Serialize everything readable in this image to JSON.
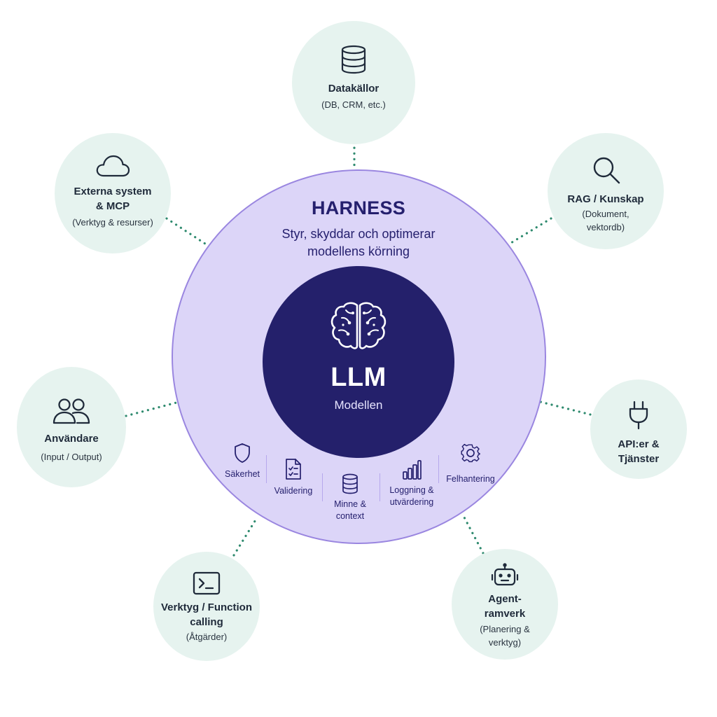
{
  "harness": {
    "title": "HARNESS",
    "subtitle_line1": "Styr, skyddar och optimerar",
    "subtitle_line2": "modellens körning"
  },
  "core": {
    "title": "LLM",
    "subtitle": "Modellen",
    "icon": "brain-icon"
  },
  "modules": [
    {
      "label": "Säkerhet",
      "icon": "shield-icon"
    },
    {
      "label": "Validering",
      "icon": "checklist-document-icon"
    },
    {
      "label_line1": "Minne &",
      "label_line2": "context",
      "icon": "database-icon"
    },
    {
      "label_line1": "Loggning &",
      "label_line2": "utvärdering",
      "icon": "bar-chart-icon"
    },
    {
      "label": "Felhantering",
      "icon": "gear-icon"
    }
  ],
  "satellites": {
    "datakallor": {
      "title": "Datakällor",
      "sub": "(DB, CRM, etc.)",
      "icon": "database-icon"
    },
    "rag": {
      "title": "RAG / Kunskap",
      "sub_line1": "(Dokument,",
      "sub_line2": "vektordb)",
      "icon": "search-icon"
    },
    "api": {
      "title_line1": "API:er &",
      "title_line2": "Tjänster",
      "icon": "plug-icon"
    },
    "agent": {
      "title_line1": "Agent-",
      "title_line2": "ramverk",
      "sub_line1": "(Planering &",
      "sub_line2": "verktyg)",
      "icon": "robot-icon"
    },
    "verktyg": {
      "title_line1": "Verktyg / Function",
      "title_line2": "calling",
      "sub": "(Åtgärder)",
      "icon": "terminal-icon"
    },
    "anvandare": {
      "title": "Användare",
      "sub": "(Input / Output)",
      "icon": "users-icon"
    },
    "externa": {
      "title_line1": "Externa system",
      "title_line2": "& MCP",
      "sub": "(Verktyg & resurser)",
      "icon": "cloud-icon"
    }
  },
  "colors": {
    "harness_fill": "#dcd5f8",
    "core_fill": "#24206b",
    "satellite_fill": "#e6f3ef",
    "connector": "#2e8a6e",
    "text_dark": "#25206e"
  }
}
